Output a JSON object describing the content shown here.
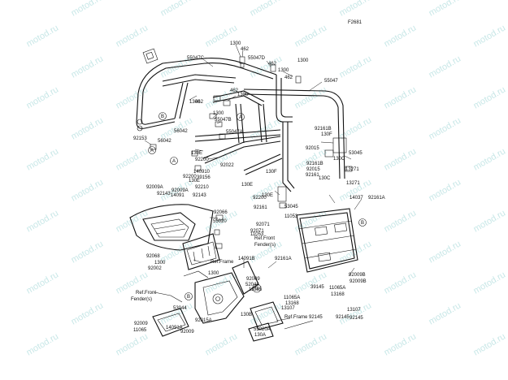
{
  "diagram": {
    "code": "F2681",
    "watermark": "motod.ru",
    "labels": [
      "1300",
      "462",
      "55047C",
      "55047D",
      "462",
      "1300",
      "1300",
      "462",
      "55047",
      "462",
      "1300",
      "1300",
      "462",
      "55047B",
      "1300",
      "55047A",
      "92161B",
      "130F",
      "56042",
      "56042",
      "92153",
      "130E",
      "92200",
      "92022",
      "92015",
      "53045",
      "130E",
      "140910",
      "92161B",
      "130C",
      "92015",
      "39156",
      "130F",
      "92161",
      "13271",
      "92210",
      "92200",
      "130E",
      "130C",
      "13271",
      "92009A",
      "92143",
      "92009A",
      "14091",
      "92143",
      "92200",
      "92161",
      "53045",
      "14037",
      "92161A",
      "130E",
      "11053",
      "92066",
      "55020",
      "92071",
      "92071",
      "Ref.Front",
      "Fender(s)",
      "11053",
      "92068",
      "1300",
      "1300",
      "92002",
      "14091B",
      "Ref.Frame",
      "92161A",
      "92009",
      "52044",
      "11065",
      "39145",
      "92009B",
      "92009B",
      "Ref.Front",
      "Fender(s)",
      "11065A",
      "13168",
      "53044",
      "11065A",
      "13168",
      "13107",
      "92145",
      "130B",
      "Ref.Frame",
      "92145",
      "92009",
      "14091A",
      "55020A",
      "11065",
      "92015A",
      "92009",
      "13107",
      "130A",
      "92145"
    ],
    "markers": [
      "A",
      "B",
      "A",
      "B",
      "B",
      "A"
    ]
  }
}
